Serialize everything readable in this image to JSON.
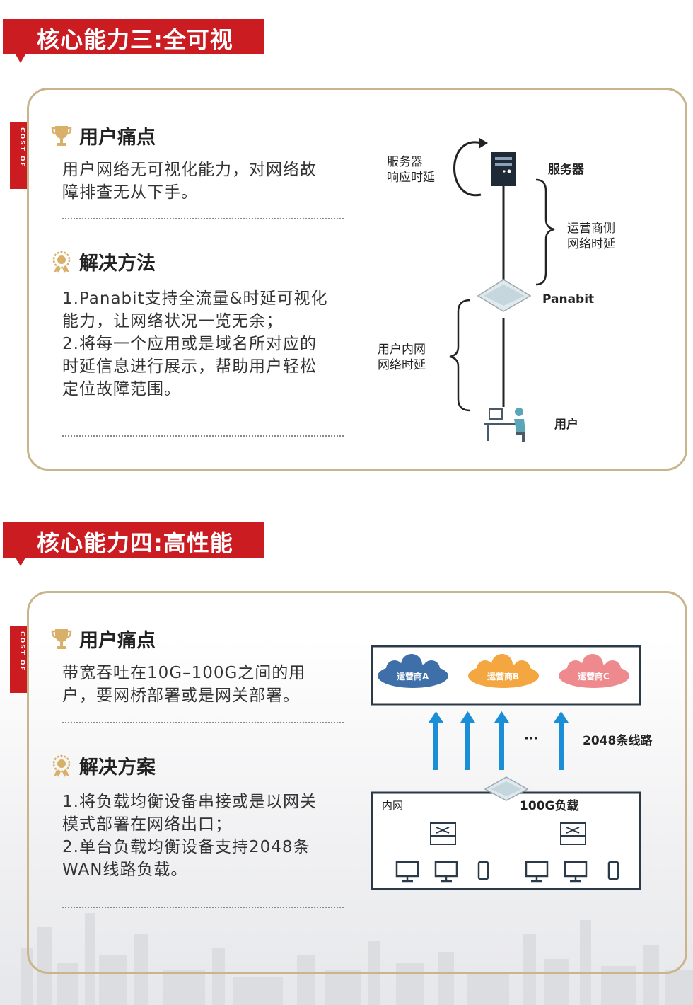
{
  "banners": [
    {
      "title": "核心能力三:全可视"
    },
    {
      "title": "核心能力四:高性能"
    }
  ],
  "cards": [
    {
      "tag": "COST OF",
      "pain_title": "用户痛点",
      "pain_text": "用户网络无可视化能力，对网络故\n障排查无从下手。",
      "solution_title": "解决方法",
      "solution_text": "1.Panabit支持全流量&时延可视化\n能力，让网络状况一览无余；\n2.将每一个应用或是域名所对应的\n时延信息进行展示，帮助用户轻松\n定位故障范围。"
    },
    {
      "tag": "COST OF",
      "pain_title": "用户痛点",
      "pain_text": "带宽吞吐在10G–100G之间的用\n户，要网桥部署或是网关部署。",
      "solution_title": "解决方案",
      "solution_text": "1.将负载均衡设备串接或是以网关\n模式部署在网络出口；\n2.单台负载均衡设备支持2048条\nWAN线路负载。"
    }
  ],
  "diagram1": {
    "server_latency": "服务器\n响应时延",
    "server": "服务器",
    "isp_latency": "运营商侧\n网络时延",
    "panabit": "Panabit",
    "lan_latency": "用户内网\n网络时延",
    "user": "用户"
  },
  "diagram2": {
    "isp_a": "运营商A",
    "isp_b": "运营商B",
    "isp_c": "运营商C",
    "ellipsis": "···",
    "lines": "2048条线路",
    "lan": "内网",
    "load": "100G负载"
  },
  "colors": {
    "accent_red": "#cb1c22",
    "gold_border": "#c9b48c",
    "arrow_blue": "#1a8fd8",
    "cloud_a": "#3f6fa8",
    "cloud_b": "#f4a640",
    "cloud_c": "#ee8a8e"
  }
}
